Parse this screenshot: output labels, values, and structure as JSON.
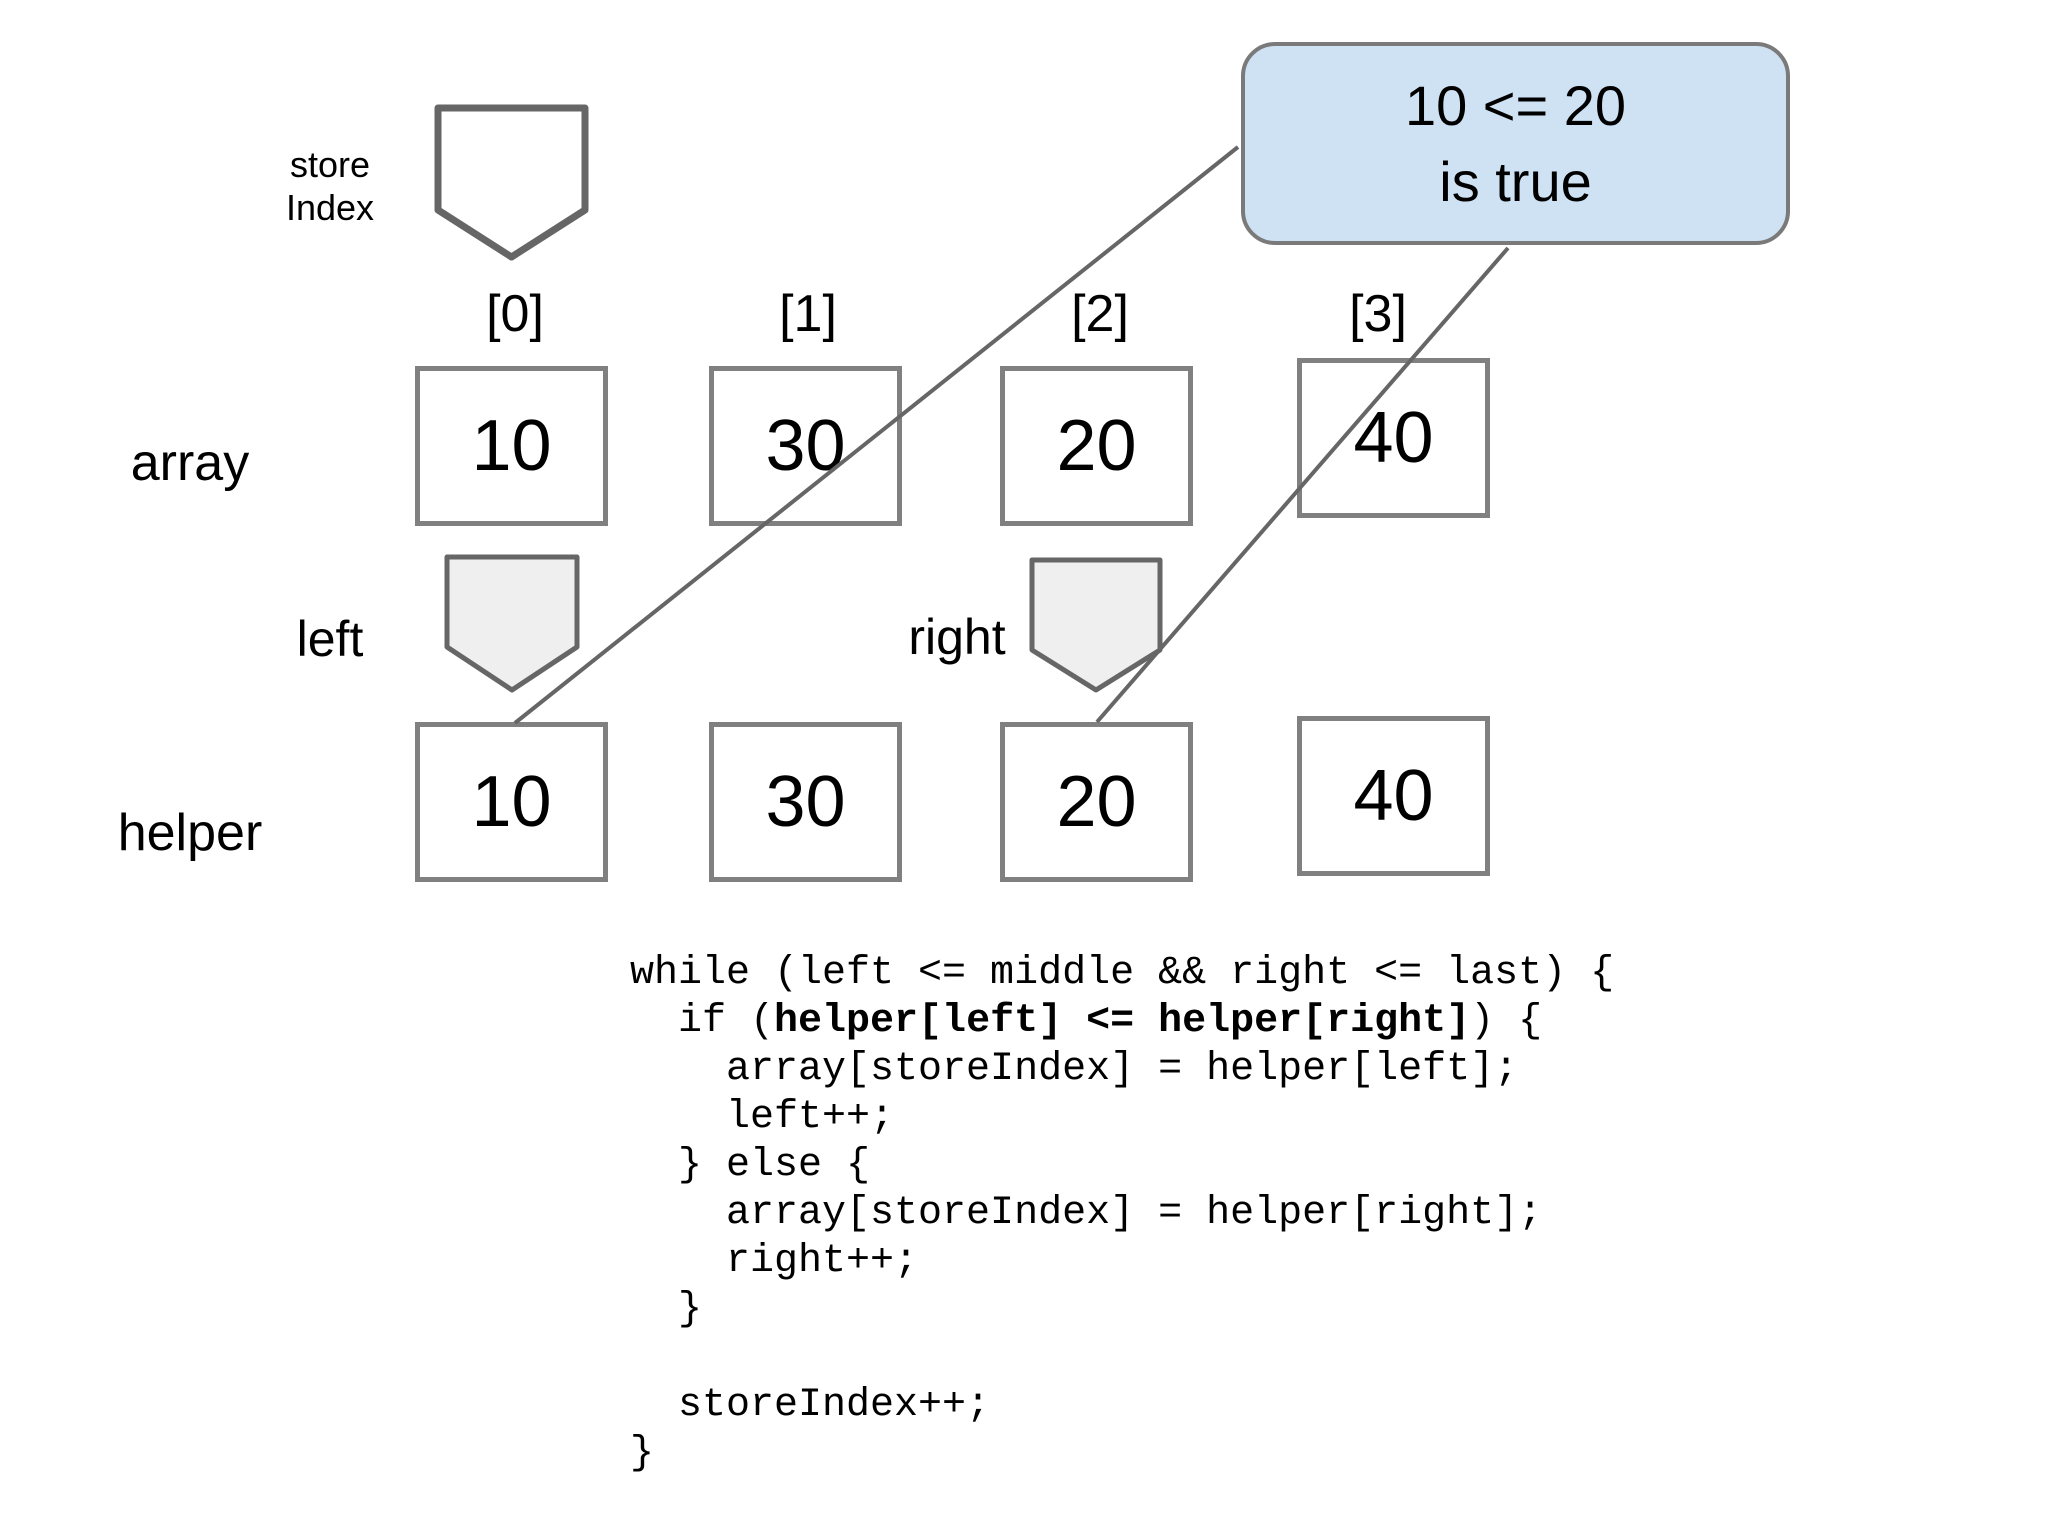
{
  "colors": {
    "bubble_fill": "#cfe2f3",
    "bubble_border": "#7a7a7a",
    "box_border": "#808080",
    "pointer_fill": "#efefef",
    "store_pointer_fill": "#ffffff",
    "pointer_stroke": "#666666",
    "line_color": "#666666",
    "text_color": "#000000"
  },
  "callout": {
    "line1": "10 <= 20",
    "line2": "is true"
  },
  "pointers": {
    "store_label_line1": "store",
    "store_label_line2": "Index",
    "left_label": "left",
    "right_label": "right"
  },
  "index_labels": [
    "[0]",
    "[1]",
    "[2]",
    "[3]"
  ],
  "array_row": {
    "label": "array",
    "values": [
      "10",
      "30",
      "20",
      "40"
    ]
  },
  "helper_row": {
    "label": "helper",
    "values": [
      "10",
      "30",
      "20",
      "40"
    ]
  },
  "code": {
    "line01": "while (left <= middle && right <= last) {",
    "line02_prefix": "  if (",
    "line02_bold": "helper[left] <= helper[right]",
    "line02_suffix": ") {",
    "line03": "    array[storeIndex] = helper[left];",
    "line04": "    left++;",
    "line05": "  } else {",
    "line06": "    array[storeIndex] = helper[right];",
    "line07": "    right++;",
    "line08": "  }",
    "line09": "",
    "line10": "  storeIndex++;",
    "line11": "}"
  }
}
